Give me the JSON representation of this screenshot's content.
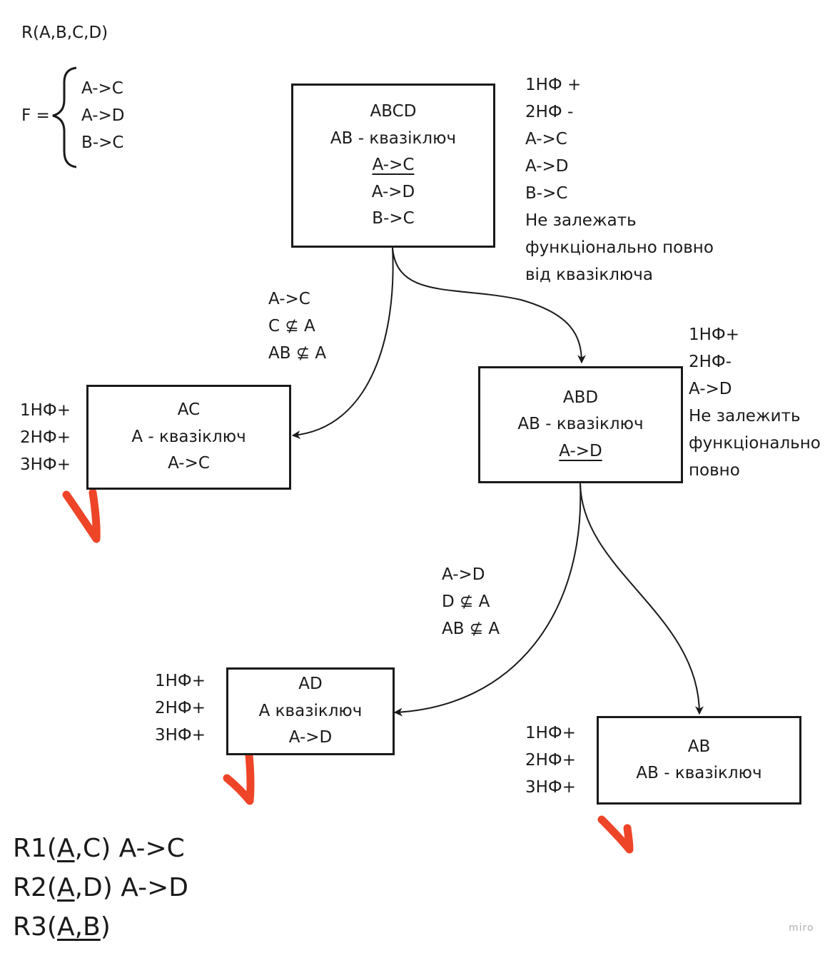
{
  "relation": "R(A,B,C,D)",
  "f_label": "F =",
  "f_deps": [
    "A->C",
    "A->D",
    "B->C"
  ],
  "boxes": {
    "abcd": {
      "lines": [
        "ABCD",
        "AB - квазіключ",
        "A->C",
        "A->D",
        "B->C"
      ]
    },
    "ac": {
      "lines": [
        "AC",
        "A - квазіключ",
        "A->C"
      ]
    },
    "abd": {
      "lines": [
        "ABD",
        "AB - квазіключ",
        "A->D"
      ]
    },
    "ad": {
      "lines": [
        "AD",
        "A квазіключ",
        "A->D"
      ]
    },
    "ab": {
      "lines": [
        "AB",
        "AB - квазіключ"
      ]
    }
  },
  "notes": {
    "abcd_right": [
      "1НФ +",
      "2НФ -",
      "A->C",
      "A->D",
      "B->C",
      "Не залежать",
      "функціонально повно",
      "від квазіключа"
    ],
    "split1": [
      "A->C",
      "C ⊈ A",
      "AB ⊈ A"
    ],
    "ac_left": [
      "1НФ+",
      "2НФ+",
      "3НФ+"
    ],
    "abd_right": [
      "1НФ+",
      "2НФ-",
      "A->D",
      "Не залежить",
      "функціонально",
      "повно"
    ],
    "split2": [
      "A->D",
      "D ⊈ A",
      "AB ⊈ A"
    ],
    "ad_left": [
      "1НФ+",
      "2НФ+",
      "3НФ+"
    ],
    "ab_left": [
      "1НФ+",
      "2НФ+",
      "3НФ+"
    ]
  },
  "results": {
    "r1": {
      "pre": "R1(",
      "key": "A",
      "post": ",C) A->C"
    },
    "r2": {
      "pre": "R2(",
      "key": "A",
      "post": ",D) A->D"
    },
    "r3": {
      "pre": "R3(",
      "key": "A,B",
      "post": ")"
    }
  },
  "watermark": "miro",
  "colors": {
    "ink": "#1a1a1a",
    "check": "#ee4428"
  }
}
